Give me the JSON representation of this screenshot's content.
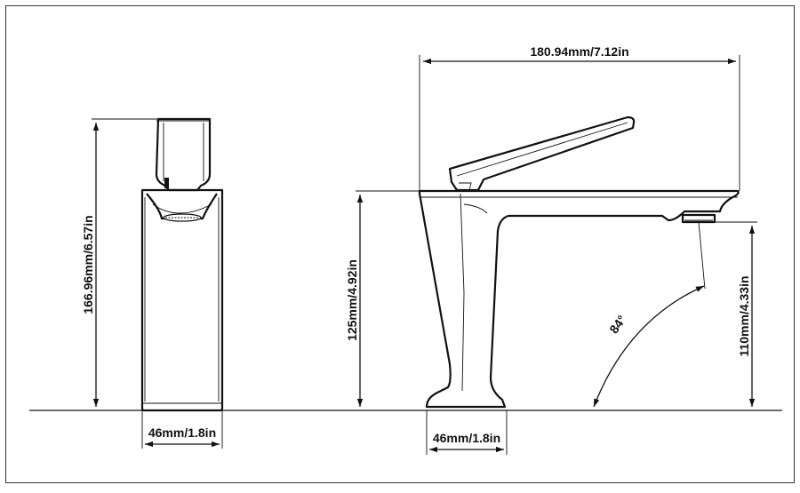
{
  "dimensions": {
    "total_height": "166.96mm/6.57in",
    "base_width_front": "46mm/1.8in",
    "base_width_side": "46mm/1.8in",
    "spout_length": "180.94mm/7.12in",
    "deck_to_top": "125mm/4.92in",
    "spout_height": "110mm/4.33in",
    "spout_angle": "84°"
  },
  "colors": {
    "line": "#111111",
    "background": "#ffffff"
  }
}
